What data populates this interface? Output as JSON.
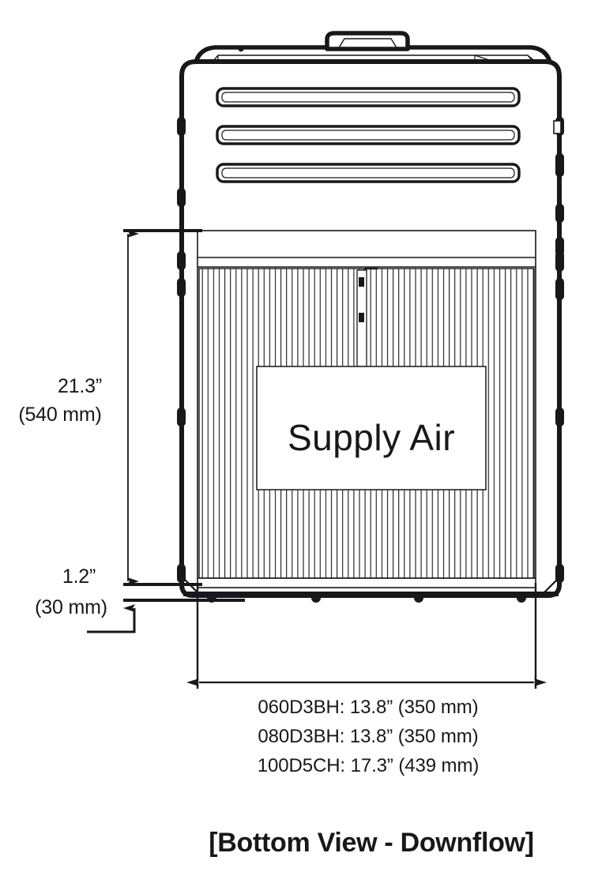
{
  "figure": {
    "caption": "[Bottom View - Downflow]",
    "opening_label": "Supply Air",
    "dimensions": {
      "height_inches": "21.3”",
      "height_mm": "(540 mm)",
      "flange_inches": "1.2”",
      "flange_mm": "(30 mm)"
    },
    "width_callouts": [
      "060D3BH: 13.8” (350 mm)",
      "080D3BH: 13.8” (350 mm)",
      "100D5CH: 17.3” (439 mm)"
    ],
    "colors": {
      "line": "#17171c",
      "text": "#17171c",
      "background": "#ffffff",
      "hatch": "#2b2b2b"
    }
  }
}
